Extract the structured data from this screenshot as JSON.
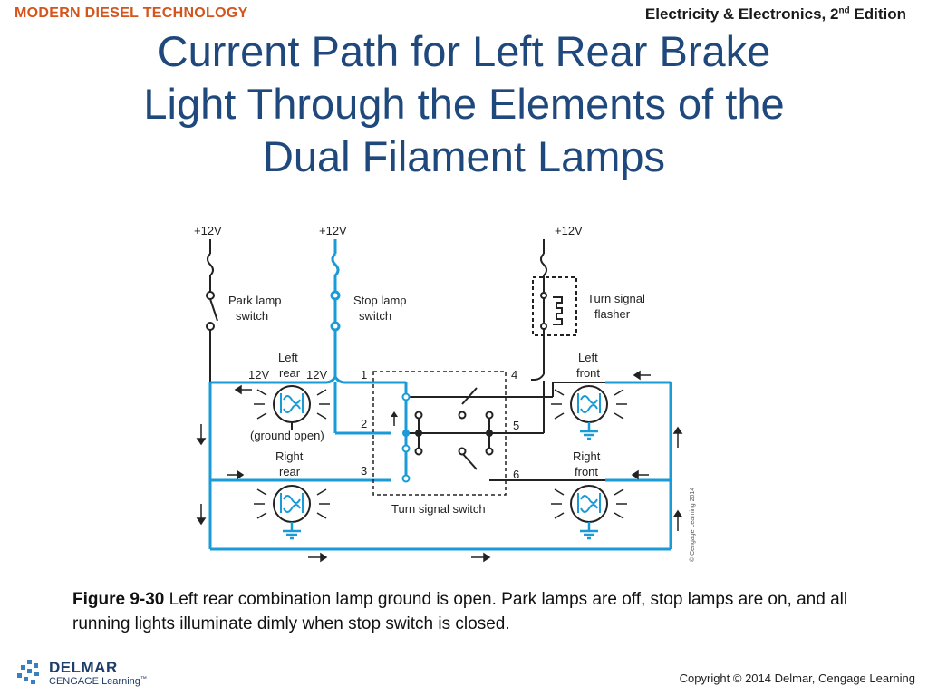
{
  "header": {
    "brand": "MODERN DIESEL TECHNOLOGY",
    "edition_prefix": "Electricity & Electronics, 2",
    "edition_sup": "nd",
    "edition_suffix": " Edition"
  },
  "title": {
    "line1": "Current Path for Left Rear Brake",
    "line2": "Light Through the Elements of the",
    "line3": "Dual Filament Lamps"
  },
  "diagram": {
    "supply_left": "+12V",
    "supply_mid": "+12V",
    "supply_right": "+12V",
    "park_switch_l1": "Park lamp",
    "park_switch_l2": "switch",
    "stop_switch_l1": "Stop lamp",
    "stop_switch_l2": "switch",
    "flasher_l1": "Turn signal",
    "flasher_l2": "flasher",
    "left_rear_l1": "Left",
    "left_rear_l2": "rear",
    "volt_left": "12V",
    "volt_right": "12V",
    "ground_open": "(ground open)",
    "right_rear_l1": "Right",
    "right_rear_l2": "rear",
    "left_front_l1": "Left",
    "left_front_l2": "front",
    "right_front_l1": "Right",
    "right_front_l2": "front",
    "turn_switch": "Turn signal switch",
    "terminal_1": "1",
    "terminal_2": "2",
    "terminal_3": "3",
    "terminal_4": "4",
    "terminal_5": "5",
    "terminal_6": "6",
    "credit": "© Cengage Learning 2014",
    "colors": {
      "current_path": "#1a9bd7",
      "wire": "#222222"
    }
  },
  "caption": {
    "label": "Figure 9-30",
    "text": " Left rear combination lamp ground is open. Park lamps are off, stop lamps are on, and all running lights illuminate dimly when stop switch is closed."
  },
  "footer": {
    "logo_top": "DELMAR",
    "logo_bottom": "CENGAGE Learning",
    "logo_tm": "™",
    "copyright": "Copyright © 2014 Delmar, Cengage Learning"
  }
}
